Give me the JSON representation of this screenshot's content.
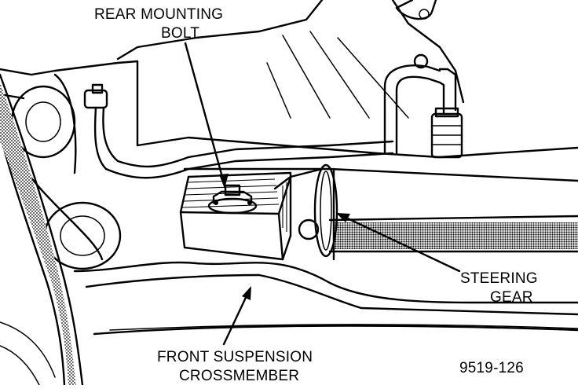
{
  "labels": {
    "rear_mounting_bolt_line1": "REAR MOUNTING",
    "rear_mounting_bolt_line2": "BOLT",
    "steering_gear_line1": "STEERING",
    "steering_gear_line2": "GEAR",
    "crossmember_line1": "FRONT SUSPENSION",
    "crossmember_line2": "CROSSMEMBER",
    "figure_number": "9519-126"
  },
  "colors": {
    "ink": "#000000",
    "paper": "#ffffff",
    "shade": "#8a8a8a"
  }
}
